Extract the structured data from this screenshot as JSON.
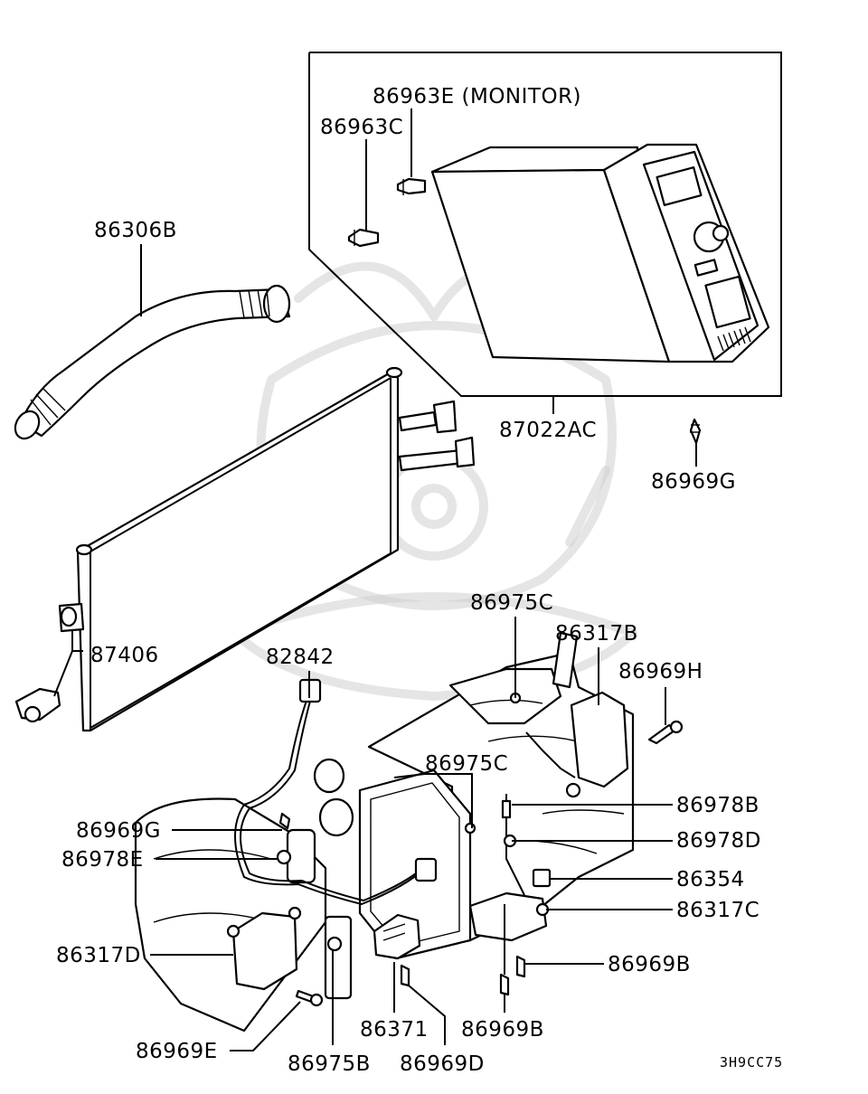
{
  "diagram_code": "3H9CC75",
  "labels": {
    "monitor": "86963E (MONITOR)",
    "bulb": "86963C",
    "hose": "86306B",
    "module": "87022AC",
    "screw_g_right": "86969G",
    "condenser_bracket": "87406",
    "connector": "82842",
    "clip_c_top": "86975C",
    "motor_b": "86317B",
    "screw_h": "86969H",
    "clip_c_mid": "86975C",
    "link_b": "86978B",
    "link_d": "86978D",
    "sensor": "86354",
    "motor_c": "86317C",
    "screw_g_left": "86969G",
    "link_e": "86978E",
    "motor_d": "86317D",
    "screw_b_right": "86969B",
    "resistor": "86371",
    "screw_b_bottom": "86969B",
    "screw_e": "86969E",
    "clip_b": "86975B",
    "screw_d": "86969D"
  }
}
